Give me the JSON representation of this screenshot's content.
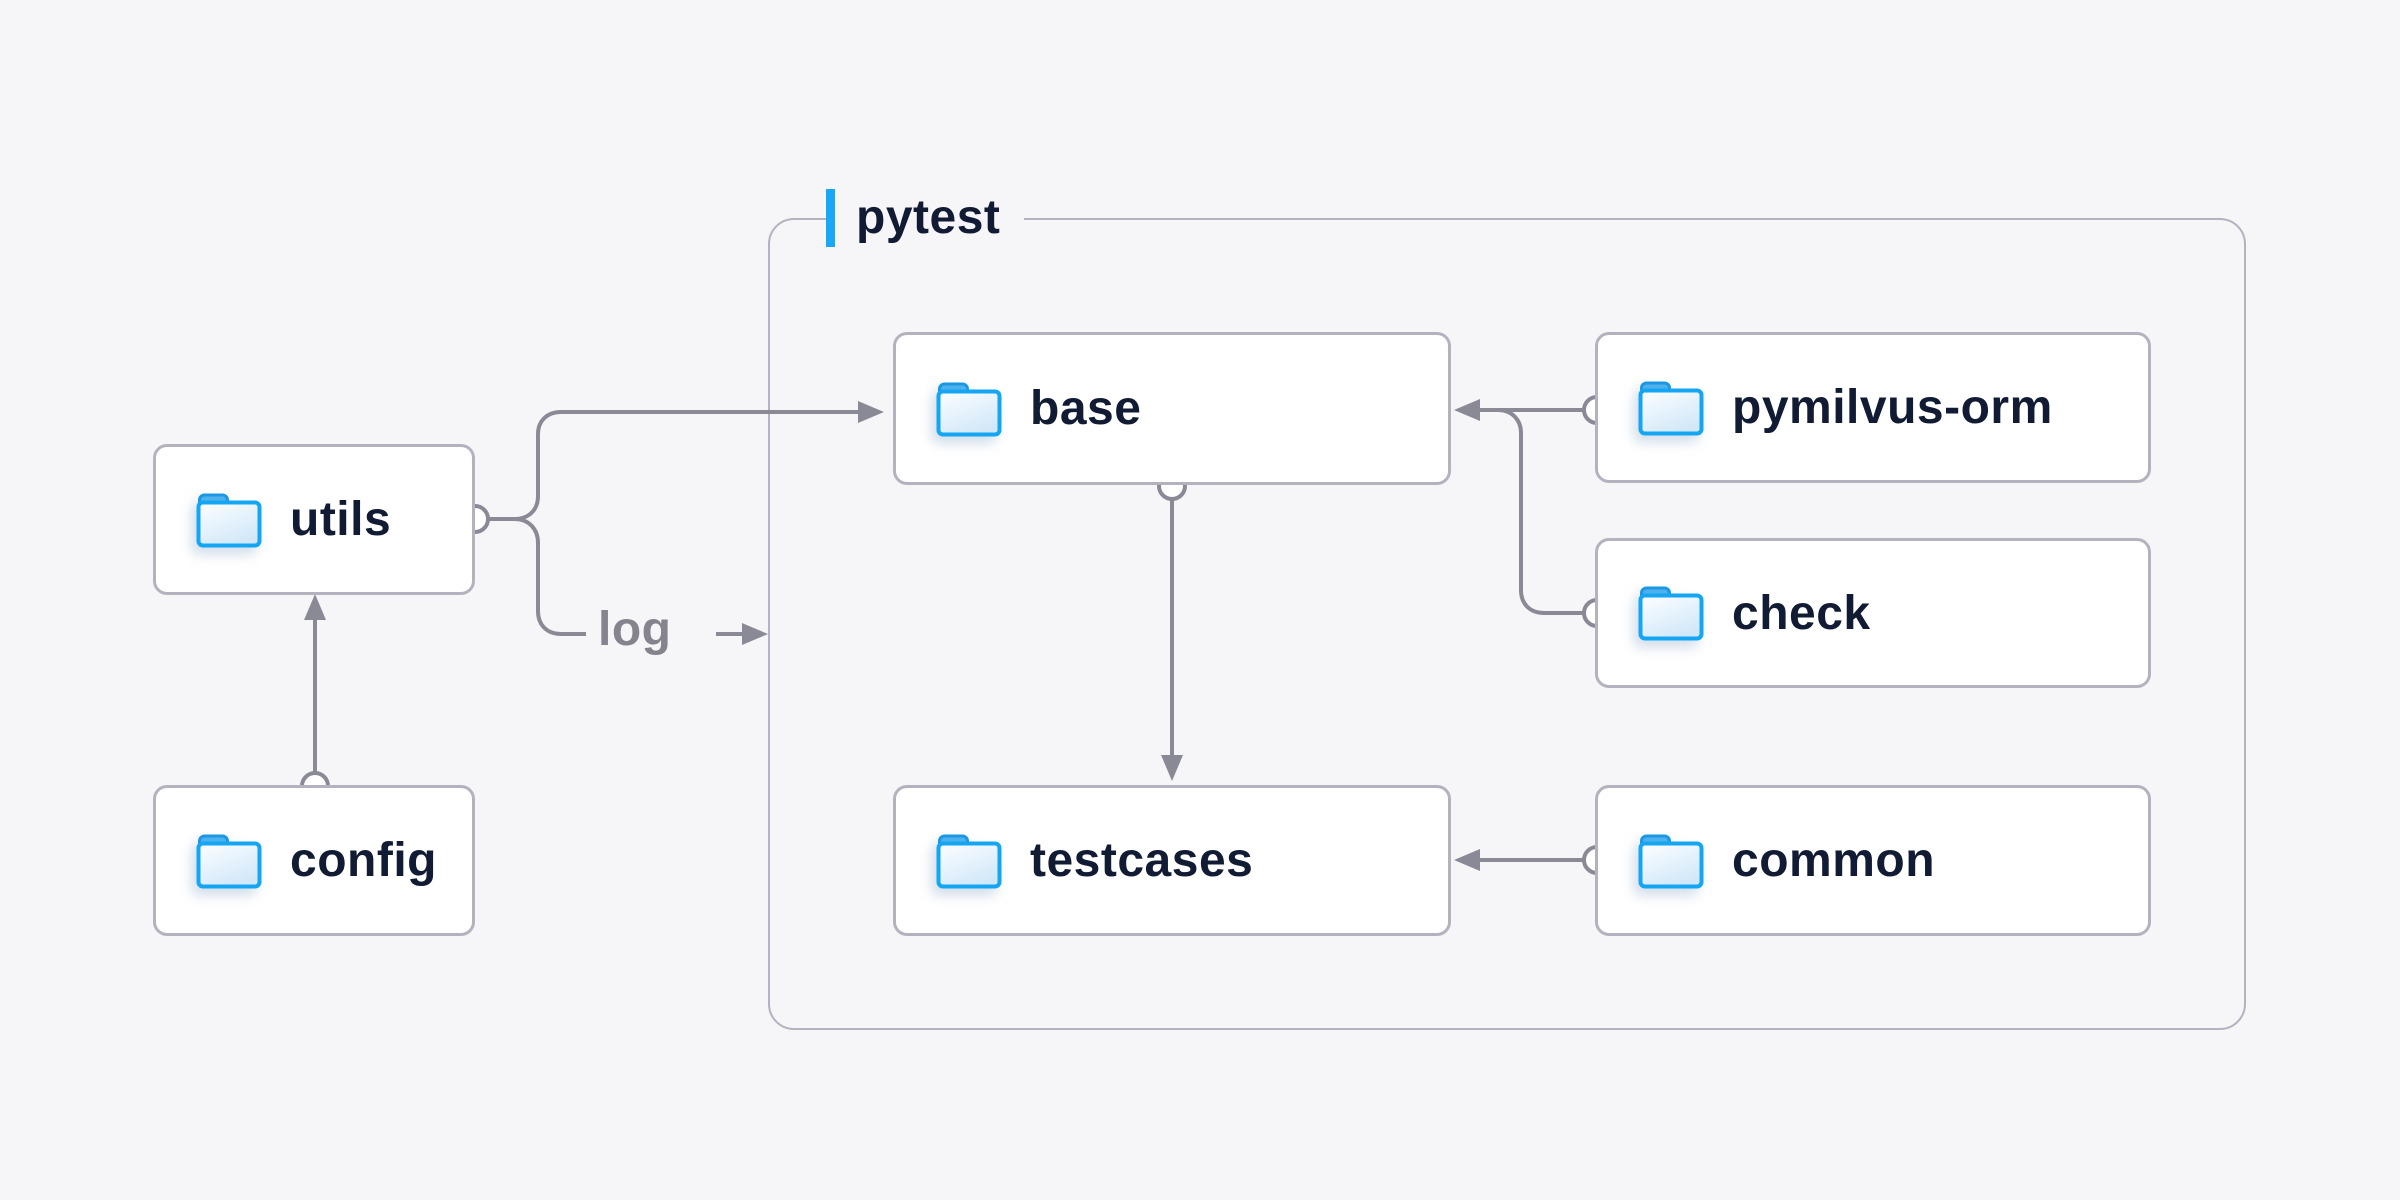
{
  "diagram": {
    "group": {
      "label": "pytest"
    },
    "nodes": {
      "utils": {
        "label": "utils",
        "icon": "folder-icon"
      },
      "config": {
        "label": "config",
        "icon": "folder-icon"
      },
      "base": {
        "label": "base",
        "icon": "folder-icon"
      },
      "pymilvus_orm": {
        "label": "pymilvus-orm",
        "icon": "folder-icon"
      },
      "check": {
        "label": "check",
        "icon": "folder-icon"
      },
      "testcases": {
        "label": "testcases",
        "icon": "folder-icon"
      },
      "common": {
        "label": "common",
        "icon": "folder-icon"
      }
    },
    "edges": {
      "log_label": "log",
      "relations": [
        {
          "from": "config",
          "to": "utils"
        },
        {
          "from": "utils",
          "to": "base"
        },
        {
          "from": "utils",
          "to": "pytest",
          "label": "log"
        },
        {
          "from": "base",
          "to": "testcases"
        },
        {
          "from": "pymilvus-orm",
          "to": "base"
        },
        {
          "from": "check",
          "to": "base"
        },
        {
          "from": "common",
          "to": "testcases"
        }
      ]
    },
    "colors": {
      "background": "#f6f6f8",
      "accent_bar": "#18a8f7",
      "line": "#8a8a96",
      "node_border": "#b3b3c0",
      "node_background": "#ffffff",
      "label_text": "#111b33",
      "edge_label_text": "#84848f",
      "folder_blue": "#14a5f3"
    }
  }
}
